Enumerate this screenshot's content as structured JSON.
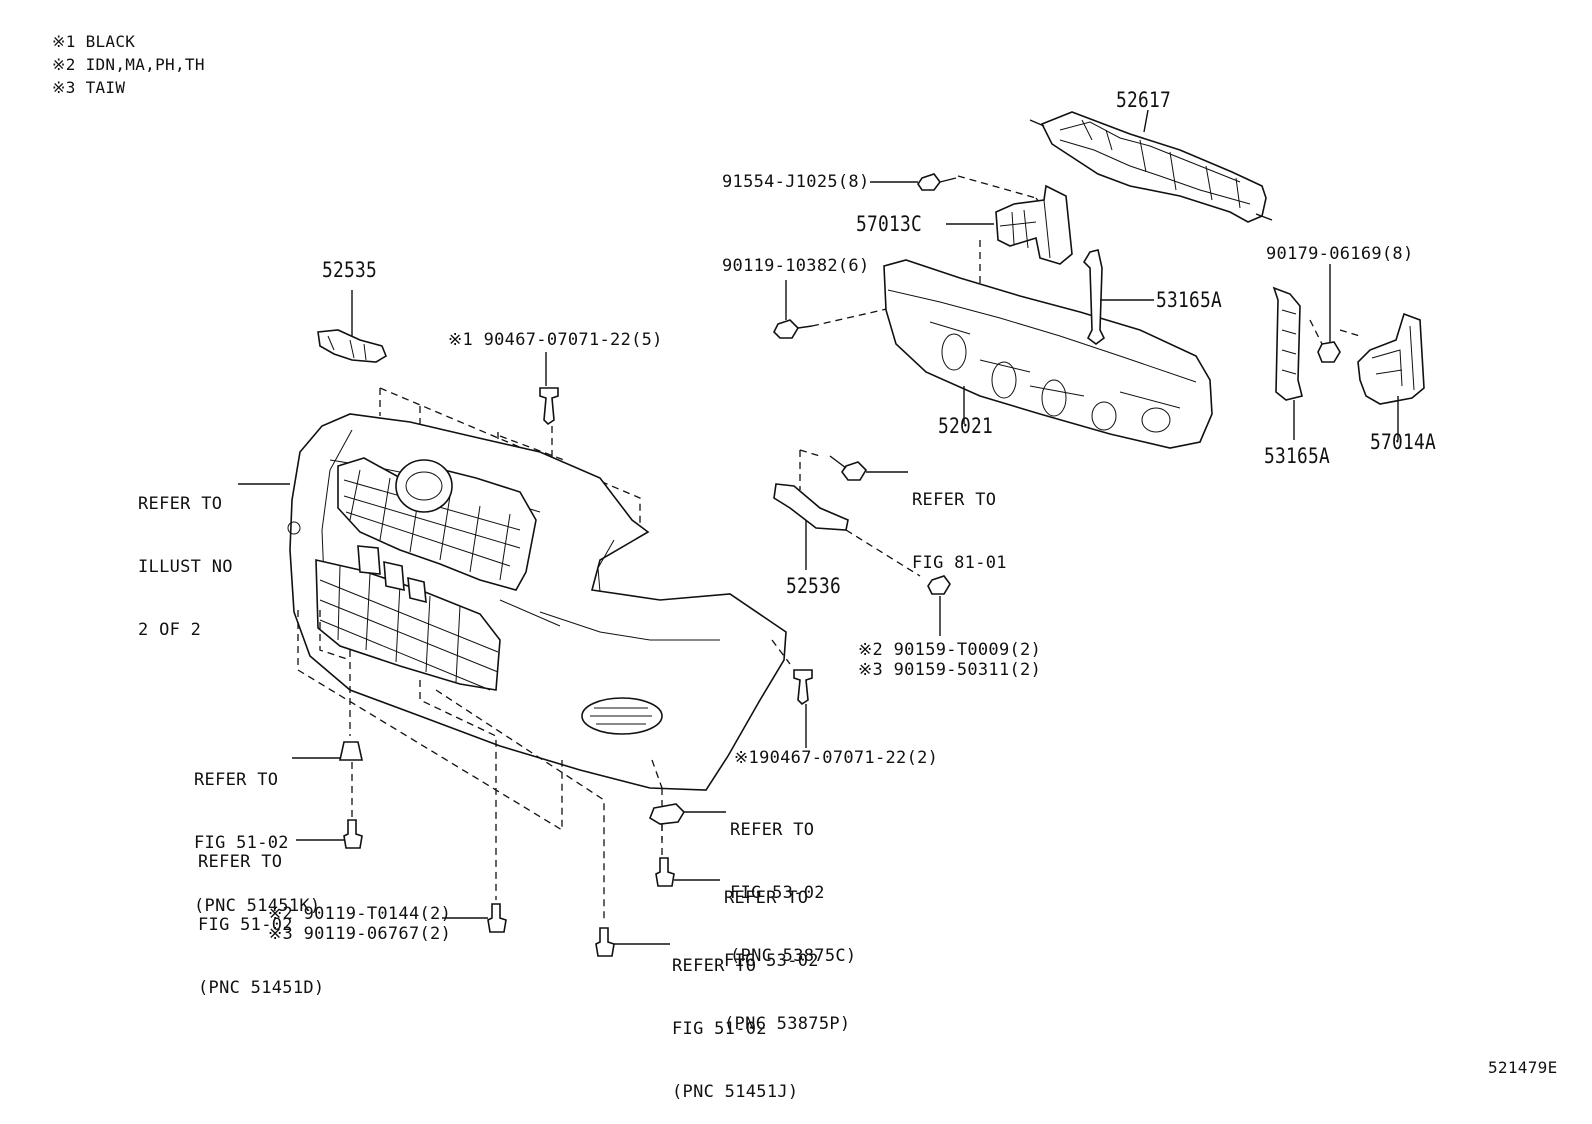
{
  "notes": [
    "※1 BLACK",
    "※2 IDN,MA,PH,TH",
    "※3 TAIW"
  ],
  "parts": {
    "p52617": "52617",
    "p57013C": "57013C",
    "p91554": "91554-J1025(8)",
    "p90119_10382": "90119-10382(6)",
    "p53165A_top": "53165A",
    "p90179": "90179-06169(8)",
    "p52535": "52535",
    "p90467_top": "※1 90467-07071-22(5)",
    "p52021": "52021",
    "p53165A_right": "53165A",
    "p57014A": "57014A",
    "p52536": "52536",
    "p90159_a": "※2 90159-T0009(2)",
    "p90159_b": "※3 90159-50311(2)",
    "p90467_bottom": "※190467-07071-22(2)",
    "p90119_a": "※2 90119-T0144(2)",
    "p90119_b": "※3 90119-06767(2)"
  },
  "refs": {
    "illust": [
      "REFER TO",
      "ILLUST NO",
      "2 OF 2"
    ],
    "fig81": [
      "REFER TO",
      "FIG 81-01"
    ],
    "pnc51451K": [
      "REFER TO",
      "FIG 51-02",
      "(PNC 51451K)"
    ],
    "pnc51451D": [
      "REFER TO",
      "FIG 51-02",
      "(PNC 51451D)"
    ],
    "pnc53875C": [
      "REFER TO",
      "FIG 53-02",
      "(PNC 53875C)"
    ],
    "pnc53875P": [
      "REFER TO",
      "FIG 53-02",
      "(PNC 53875P)"
    ],
    "pnc51451J": [
      "REFER TO",
      "FIG 51-02",
      "(PNC 51451J)"
    ]
  },
  "diagram_id": "521479E"
}
